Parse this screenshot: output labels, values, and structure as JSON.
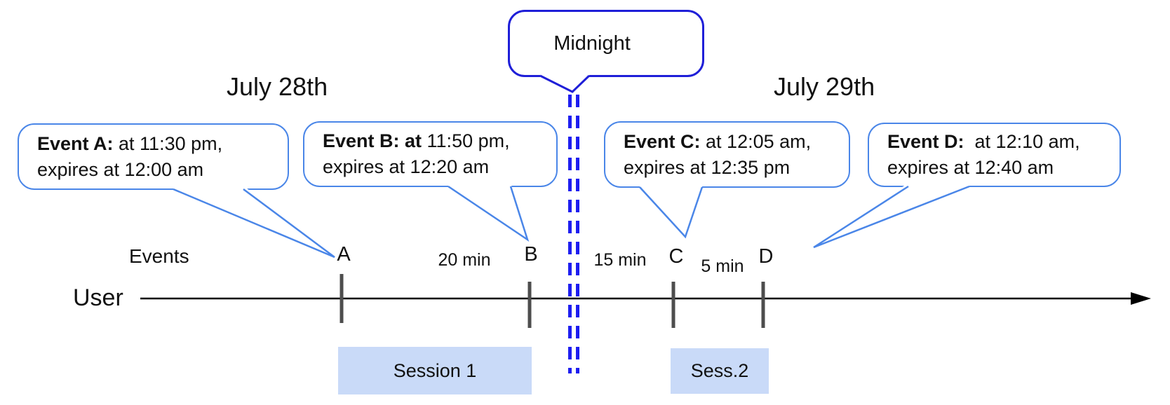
{
  "diagram": {
    "dates": {
      "left": "July 28th",
      "right": "July 29th"
    },
    "midnight": {
      "label": "Midnight"
    },
    "callouts": [
      {
        "event": "A",
        "bold": "Event A:",
        "rest": " at 11:30 pm,",
        "line2": "expires at 12:00 am"
      },
      {
        "event": "B",
        "bold": "Event B: at",
        "rest": " 11:50 pm,",
        "line2": "expires at 12:20 am"
      },
      {
        "event": "C",
        "bold": "Event C:",
        "rest": " at 12:05 am,",
        "line2": "expires at 12:35 pm"
      },
      {
        "event": "D",
        "bold": "Event D:",
        "rest": "  at 12:10 am,",
        "line2": "expires at 12:40 am"
      }
    ],
    "timeline": {
      "row_label": "Events",
      "axis_label": "User",
      "marks": [
        "A",
        "B",
        "C",
        "D"
      ],
      "gaps": [
        "20 min",
        "15 min",
        "5 min"
      ],
      "sessions": [
        "Session 1",
        "Sess.2"
      ]
    },
    "colors": {
      "callout_border": "#4a86e8",
      "midnight_border": "#1f1fd8",
      "dash_blue": "#1d1df0",
      "session_fill": "#c9daf8",
      "tick_gray": "#4d4d4d",
      "axis_black": "#000000"
    }
  }
}
